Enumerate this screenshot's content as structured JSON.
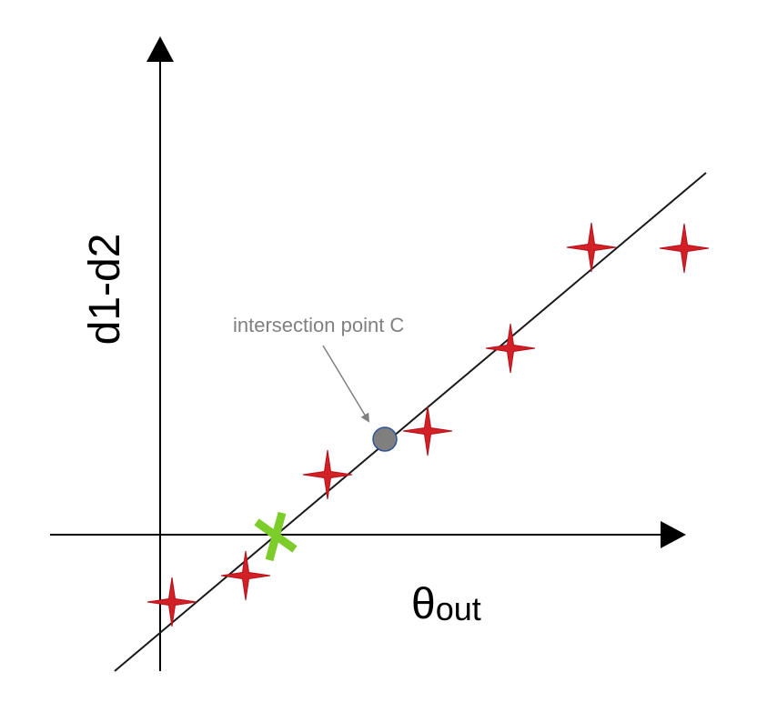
{
  "axes": {
    "y_label": "d1-d2",
    "x_label_symbol": "θ",
    "x_label_subscript": "out"
  },
  "annotation": {
    "text": "intersection point C"
  },
  "colors": {
    "axis": "#000000",
    "fit_line": "#1a1a1a",
    "measurement_star": "#d32027",
    "zero_crossing_marker": "#7ccc2a",
    "intersection_point_fill": "#7f7f7f",
    "intersection_point_stroke": "#2f5597",
    "annotation_text": "#808080",
    "annotation_arrow": "#808080"
  },
  "icons": {
    "measurement": "four-point-star",
    "zero_crossing": "x-mark",
    "intersection": "filled-circle"
  }
}
